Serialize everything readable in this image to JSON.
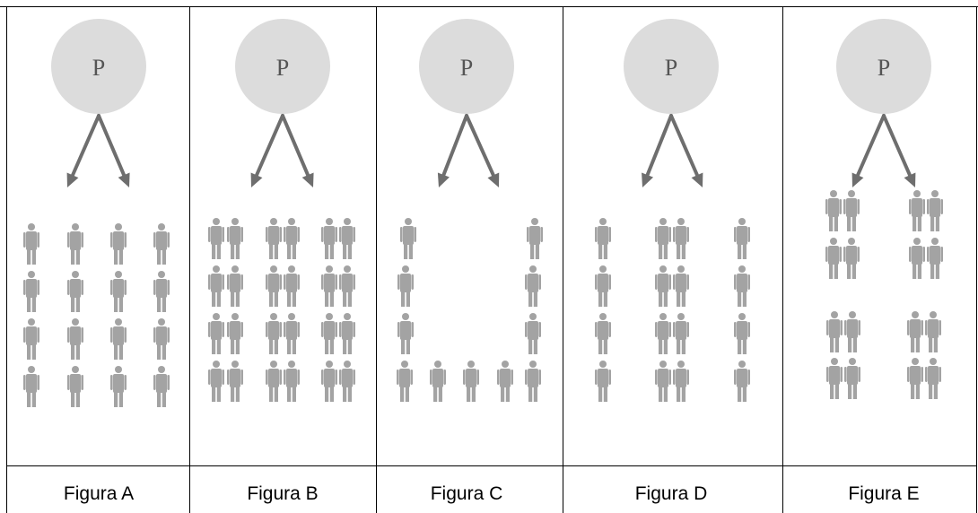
{
  "colors": {
    "circle_fill": "#dcdcdc",
    "circle_text": "#555555",
    "arrow": "#6e6e6e",
    "person": "#a3a3a3",
    "lines": "#000000"
  },
  "icon": "person-icon",
  "panels": [
    {
      "id": "a",
      "circle_label": "P",
      "caption": "Figura A"
    },
    {
      "id": "b",
      "circle_label": "P",
      "caption": "Figura B"
    },
    {
      "id": "c",
      "circle_label": "P",
      "caption": "Figura C"
    },
    {
      "id": "d",
      "circle_label": "P",
      "caption": "Figura D"
    },
    {
      "id": "e",
      "circle_label": "P",
      "caption": "Figura E"
    }
  ]
}
